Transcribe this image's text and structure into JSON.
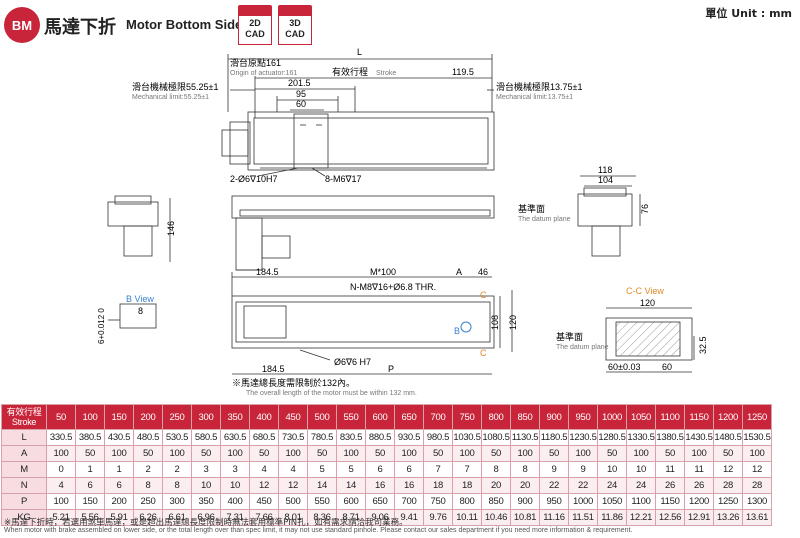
{
  "header": {
    "badge": "BM",
    "title_zh": "馬達下折",
    "title_en": "Motor Bottom Side",
    "cad_2d_label": "2D",
    "cad_2d_sub": "CAD",
    "cad_3d_label": "3D",
    "cad_3d_sub": "CAD",
    "unit": "單位 Unit : mm"
  },
  "drawing": {
    "dim_L": "L",
    "origin_zh": "滑台原點161",
    "origin_en": "Origin of actuator:161",
    "stroke_zh": "有效行程",
    "stroke_en": "Stroke",
    "dim_1195": "119.5",
    "mech_left_zh": "滑台機械極限55.25±1",
    "mech_left_en": "Mechanical limit:55.25±1",
    "mech_right_zh": "滑台機械極限13.75±1",
    "mech_right_en": "Mechanical limit:13.75±1",
    "dim_2015": "201.5",
    "dim_95": "95",
    "dim_60": "60",
    "hole_2": "2-Ø6∇10H7",
    "hole_8": "8-M6∇17",
    "dim_146": "146",
    "dim_118": "118",
    "dim_104": "104",
    "dim_76": "76",
    "datum_zh": "基準面",
    "datum_en": "The datum plane",
    "dim_1845": "184.5",
    "dim_m100": "M*100",
    "dim_A": "A",
    "dim_46": "46",
    "thr": "N-M8∇16+Ø6.8 THR.",
    "dim_C": "C",
    "dim_B": "B",
    "dim_108": "108",
    "dim_120": "120",
    "hole_h7": "Ø6∇6 H7",
    "dim_P": "P",
    "bview": "B View",
    "dim_8": "8",
    "dim_6": "6+0.012 0",
    "cview": "C-C View",
    "dim_120b": "120",
    "datum2_zh": "基準面",
    "datum2_en": "The datum plane",
    "dim_325": "32.5",
    "dim_6003": "60±0.03",
    "dim_60b": "60",
    "motor_note_zh": "※馬達總長度需限制於132內。",
    "motor_note_en": "The overall length of the motor must be within 132 mm."
  },
  "table": {
    "header_zh": "有效行程",
    "header_en": "Stroke",
    "strokes": [
      "50",
      "100",
      "150",
      "200",
      "250",
      "300",
      "350",
      "400",
      "450",
      "500",
      "550",
      "600",
      "650",
      "700",
      "750",
      "800",
      "850",
      "900",
      "950",
      "1000",
      "1050",
      "1100",
      "1150",
      "1200",
      "1250"
    ],
    "rows": [
      {
        "label": "L",
        "values": [
          "330.5",
          "380.5",
          "430.5",
          "480.5",
          "530.5",
          "580.5",
          "630.5",
          "680.5",
          "730.5",
          "780.5",
          "830.5",
          "880.5",
          "930.5",
          "980.5",
          "1030.5",
          "1080.5",
          "1130.5",
          "1180.5",
          "1230.5",
          "1280.5",
          "1330.5",
          "1380.5",
          "1430.5",
          "1480.5",
          "1530.5"
        ]
      },
      {
        "label": "A",
        "values": [
          "100",
          "50",
          "100",
          "50",
          "100",
          "50",
          "100",
          "50",
          "100",
          "50",
          "100",
          "50",
          "100",
          "50",
          "100",
          "50",
          "100",
          "50",
          "100",
          "50",
          "100",
          "50",
          "100",
          "50",
          "100"
        ]
      },
      {
        "label": "M",
        "values": [
          "0",
          "1",
          "1",
          "2",
          "2",
          "3",
          "3",
          "4",
          "4",
          "5",
          "5",
          "6",
          "6",
          "7",
          "7",
          "8",
          "8",
          "9",
          "9",
          "10",
          "10",
          "11",
          "11",
          "12",
          "12"
        ]
      },
      {
        "label": "N",
        "values": [
          "4",
          "6",
          "6",
          "8",
          "8",
          "10",
          "10",
          "12",
          "12",
          "14",
          "14",
          "16",
          "16",
          "18",
          "18",
          "20",
          "20",
          "22",
          "22",
          "24",
          "24",
          "26",
          "26",
          "28",
          "28"
        ]
      },
      {
        "label": "P",
        "values": [
          "100",
          "150",
          "200",
          "250",
          "300",
          "350",
          "400",
          "450",
          "500",
          "550",
          "600",
          "650",
          "700",
          "750",
          "800",
          "850",
          "900",
          "950",
          "1000",
          "1050",
          "1100",
          "1150",
          "1200",
          "1250",
          "1300"
        ]
      },
      {
        "label": "KG",
        "values": [
          "5.21",
          "5.56",
          "5.91",
          "6.26",
          "6.61",
          "6.96",
          "7.31",
          "7.66",
          "8.01",
          "8.36",
          "8.71",
          "9.06",
          "9.41",
          "9.76",
          "10.11",
          "10.46",
          "10.81",
          "11.16",
          "11.51",
          "11.86",
          "12.21",
          "12.56",
          "12.91",
          "13.26",
          "13.61"
        ]
      }
    ]
  },
  "footnote": {
    "zh": "※馬達下折時，若選用煞車馬達，或是超出馬達總長度限制時無法套用標準PIN孔，如有需求請洽我司業務。",
    "en": "When motor with brake assembled on lower side, or the total length over than spec limit, it may not use standard pinhole. Please contact our sales department if you need more information & requirement."
  },
  "colors": {
    "accent": "#c8253a",
    "line": "#333333",
    "dim_orange": "#e08a2b",
    "view_blue": "#3a7fd0"
  }
}
